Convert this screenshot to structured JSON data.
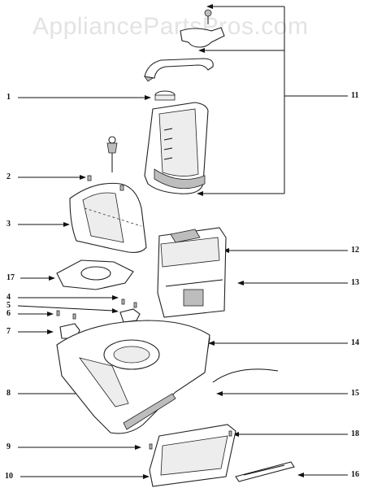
{
  "watermark": "AppliancePartsPros.com",
  "callouts": [
    {
      "id": "1",
      "label": "1"
    },
    {
      "id": "2",
      "label": "2"
    },
    {
      "id": "3",
      "label": "3"
    },
    {
      "id": "17",
      "label": "17"
    },
    {
      "id": "4",
      "label": "4"
    },
    {
      "id": "5",
      "label": "5"
    },
    {
      "id": "6",
      "label": "6"
    },
    {
      "id": "7",
      "label": "7"
    },
    {
      "id": "8",
      "label": "8"
    },
    {
      "id": "9",
      "label": "9"
    },
    {
      "id": "10",
      "label": "10"
    },
    {
      "id": "11",
      "label": "11"
    },
    {
      "id": "12",
      "label": "12"
    },
    {
      "id": "13",
      "label": "13"
    },
    {
      "id": "14",
      "label": "14"
    },
    {
      "id": "15",
      "label": "15"
    },
    {
      "id": "18",
      "label": "18"
    },
    {
      "id": "16",
      "label": "16"
    }
  ]
}
